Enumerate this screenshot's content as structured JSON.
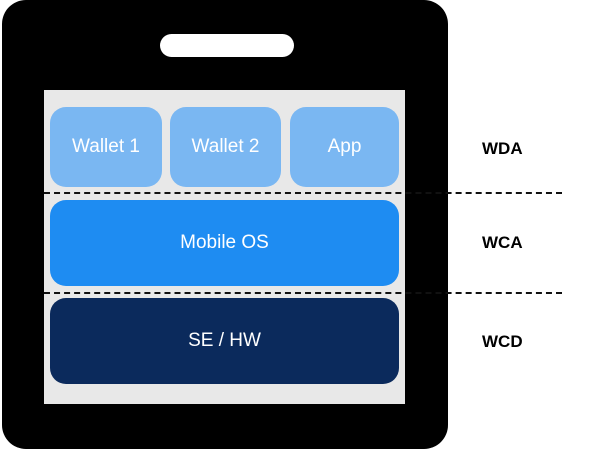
{
  "blocks": {
    "wallet1": "Wallet 1",
    "wallet2": "Wallet 2",
    "app": "App",
    "mobile_os": "Mobile OS",
    "se_hw": "SE / HW"
  },
  "layers": {
    "top": "WDA",
    "middle": "WCA",
    "bottom": "WCD"
  },
  "colors": {
    "phone_body": "#000000",
    "screen": "#e8e8e8",
    "app_blocks": "#7ab7f2",
    "os_block": "#1e8cf2",
    "hw_block": "#0b2a5c"
  }
}
